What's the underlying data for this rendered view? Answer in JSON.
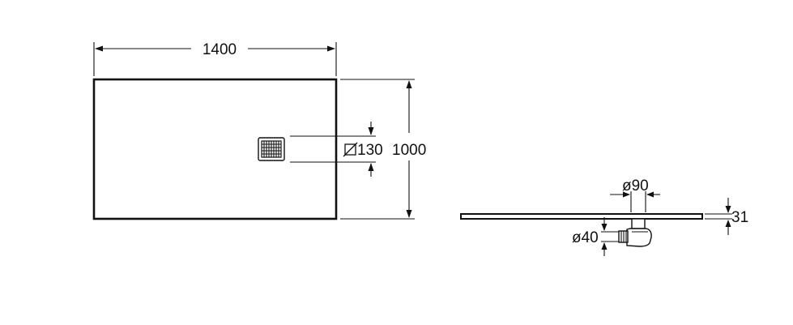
{
  "plan_view": {
    "width_label": "1400",
    "depth_label": "1000",
    "drain_label": "130"
  },
  "side_view": {
    "outlet_label": "ø90",
    "pipe_label": "ø40",
    "thickness_label": "31"
  }
}
